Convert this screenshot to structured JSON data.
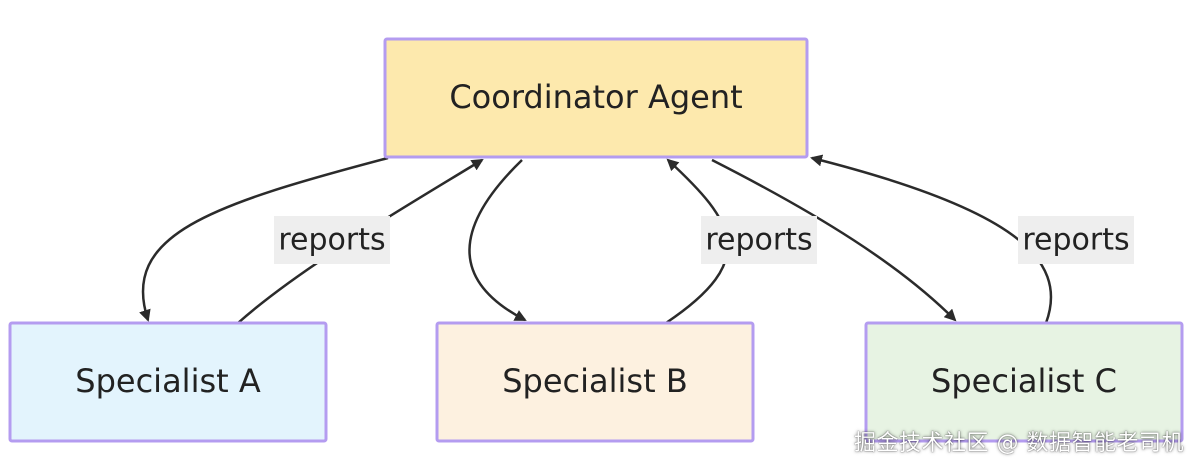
{
  "diagram": {
    "nodes": {
      "coordinator": {
        "label": "Coordinator Agent",
        "fill": "#fde9ad",
        "stroke": "#b49cf0"
      },
      "specialist_a": {
        "label": "Specialist A",
        "fill": "#e3f4fd",
        "stroke": "#b49cf0"
      },
      "specialist_b": {
        "label": "Specialist B",
        "fill": "#fdf1e0",
        "stroke": "#b49cf0"
      },
      "specialist_c": {
        "label": "Specialist C",
        "fill": "#e7f3e3",
        "stroke": "#b49cf0"
      }
    },
    "edges": [
      {
        "from": "coordinator",
        "to": "specialist_a",
        "label": ""
      },
      {
        "from": "specialist_a",
        "to": "coordinator",
        "label": "reports"
      },
      {
        "from": "coordinator",
        "to": "specialist_b",
        "label": ""
      },
      {
        "from": "specialist_b",
        "to": "coordinator",
        "label": "reports"
      },
      {
        "from": "coordinator",
        "to": "specialist_c",
        "label": ""
      },
      {
        "from": "specialist_c",
        "to": "coordinator",
        "label": "reports"
      }
    ],
    "edge_label_bg": "#eeeeee",
    "line_color": "#2b2b2b"
  },
  "watermark": "掘金技术社区 @ 数据智能老司机"
}
